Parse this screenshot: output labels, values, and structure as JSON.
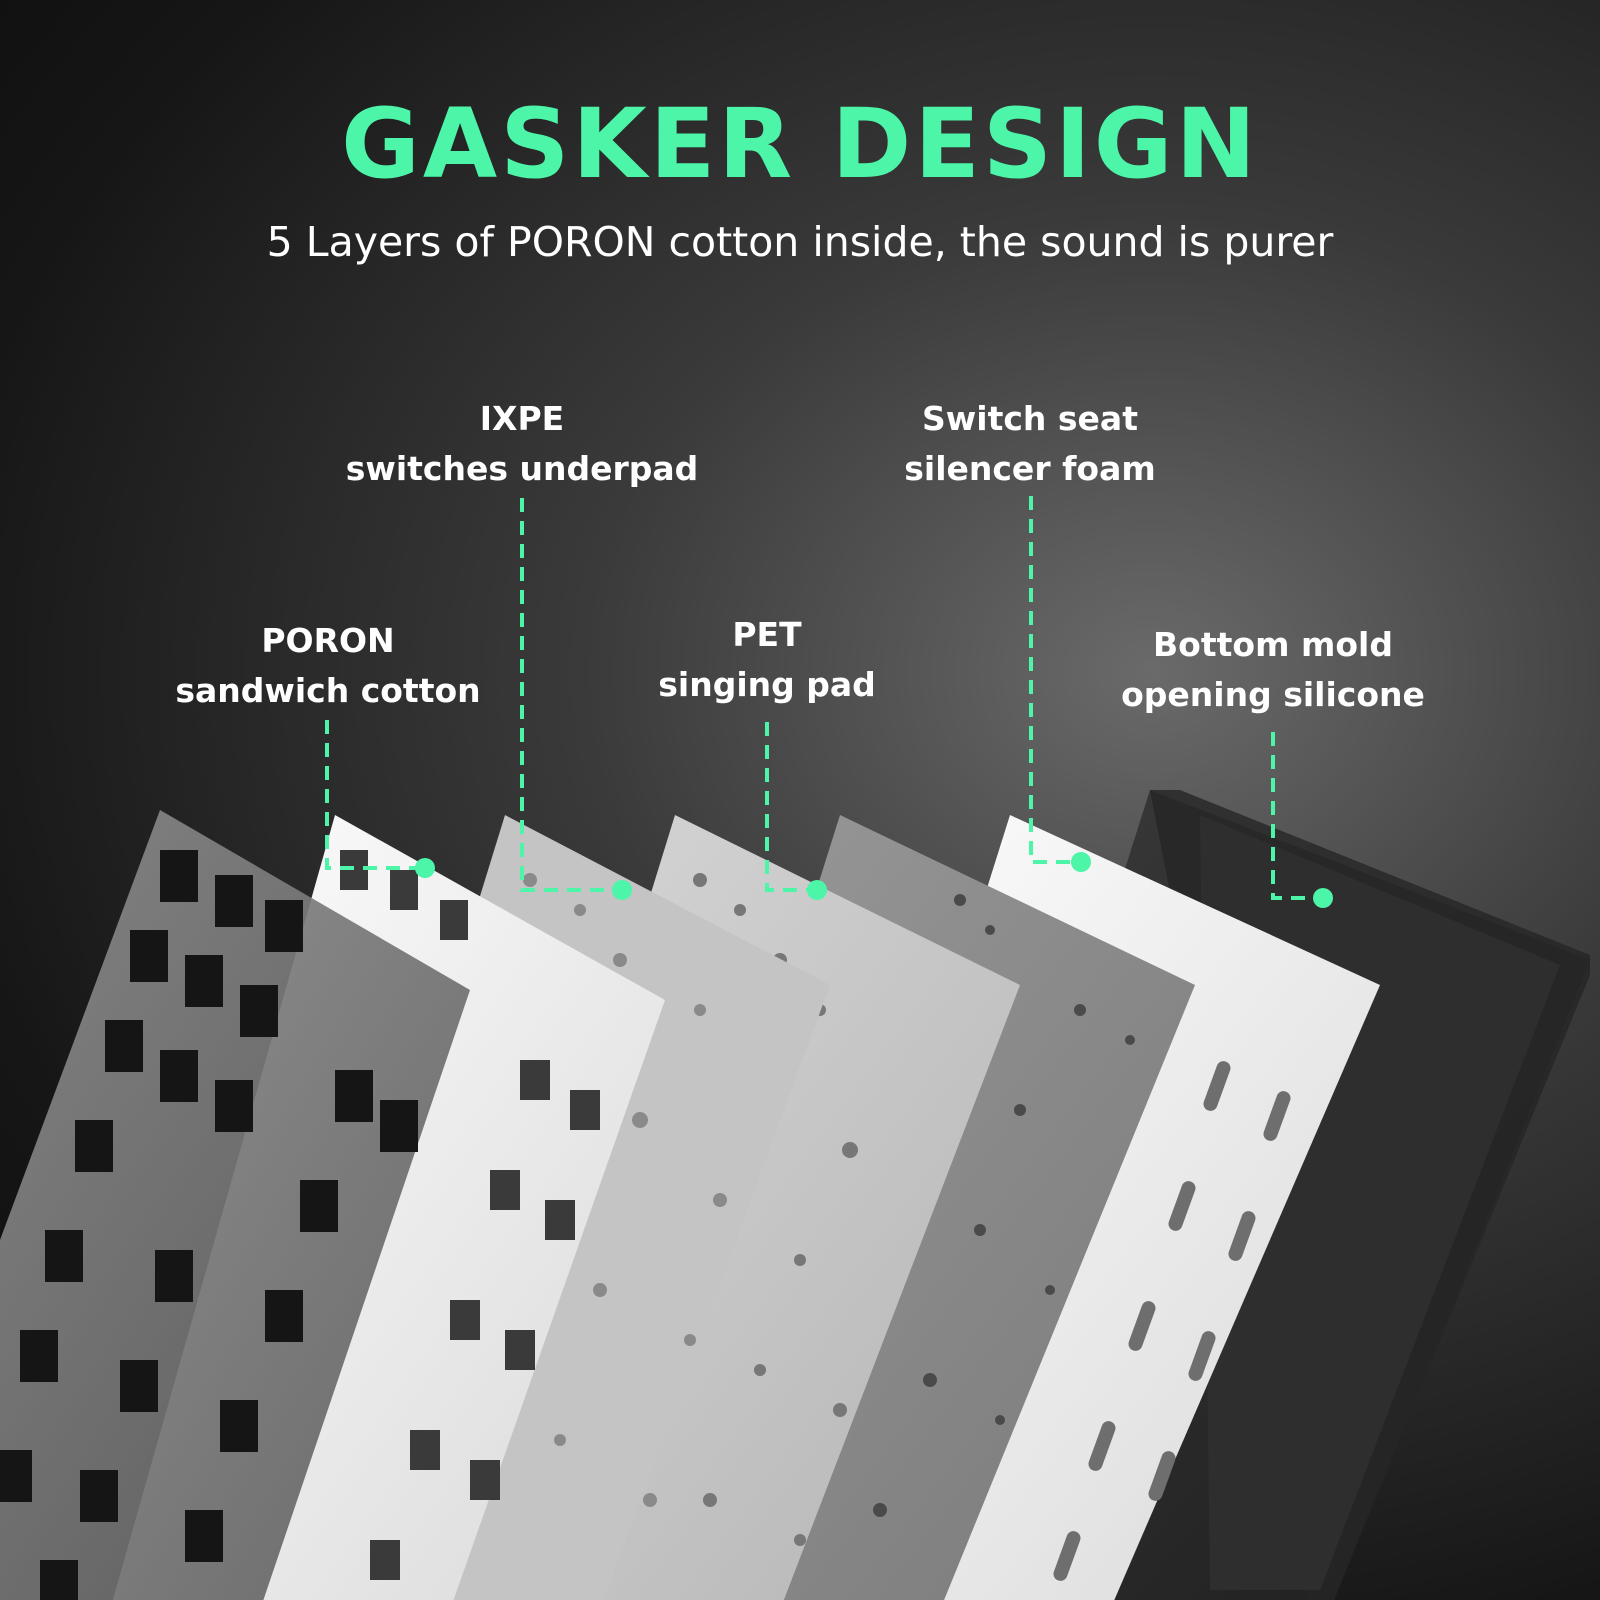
{
  "header": {
    "title": "GASKER DESIGN",
    "subtitle": "5 Layers of PORON cotton inside, the sound is purer"
  },
  "colors": {
    "accent": "#4cf5a8",
    "text": "#ffffff",
    "background": "#1a1a1a"
  },
  "callouts": [
    {
      "line1": "PORON",
      "line2": "sandwich cotton"
    },
    {
      "line1": "IXPE",
      "line2": "switches underpad"
    },
    {
      "line1": "PET",
      "line2": "singing pad"
    },
    {
      "line1": "Switch seat",
      "line2": "silencer foam"
    },
    {
      "line1": "Bottom mold",
      "line2": "opening silicone"
    }
  ]
}
